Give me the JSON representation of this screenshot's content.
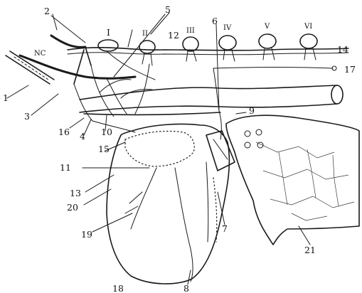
{
  "labels": {
    "n1": "1",
    "n2": "2",
    "n3": "3",
    "n4": "4",
    "n5": "5",
    "n6": "6",
    "n7": "7",
    "n8": "8",
    "n9": "9",
    "n10": "10",
    "n11": "11",
    "n12": "12",
    "n13": "13",
    "n14": "14",
    "n15": "15",
    "n16": "16",
    "n17": "17",
    "n18": "18",
    "n19": "19",
    "n20": "20",
    "n21": "21"
  },
  "roman": {
    "r1": "I",
    "r2": "II",
    "r3": "III",
    "r4": "IV",
    "r5": "V",
    "r6": "VI"
  },
  "abbrev": {
    "nc": "NC"
  }
}
